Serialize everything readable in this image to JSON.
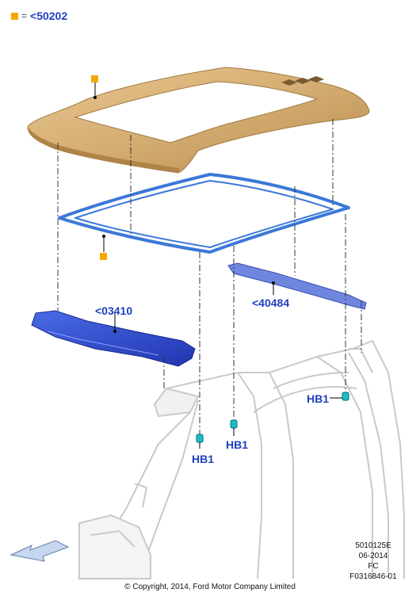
{
  "legend": {
    "label": "<50202",
    "eq": "="
  },
  "callouts": {
    "rear_rail": "<03410",
    "front_rail": "<40484",
    "hb1_left": "HB1",
    "hb1_mid": "HB1",
    "hb1_right": "HB1"
  },
  "meta": {
    "line1": "5010125E",
    "line2": "06-2014",
    "line3": "FC",
    "line4": "F0316846-01"
  },
  "copyright": "© Copyright, 2014, Ford Motor Company Limited",
  "colors": {
    "roof": "#d4ad72",
    "frame": "#3b78d8",
    "rear_rail": "#2f4fd0",
    "front_rail": "#6f86df",
    "marker": "#f5a800",
    "fastener": "#1bbfc8",
    "body_outline": "#c9c9c9",
    "label": "#1f3fbf"
  }
}
